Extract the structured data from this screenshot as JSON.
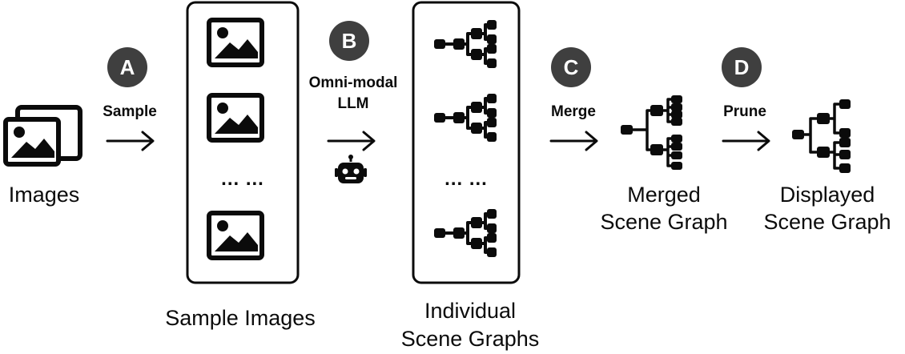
{
  "labels": {
    "images": "Images",
    "sample_images": "Sample Images",
    "individual_line1": "Individual",
    "individual_line2": "Scene Graphs",
    "merged_line1": "Merged",
    "merged_line2": "Scene Graph",
    "displayed_line1": "Displayed",
    "displayed_line2": "Scene Graph"
  },
  "steps": {
    "a": {
      "badge": "A",
      "label": "Sample"
    },
    "b": {
      "badge": "B",
      "label_line1": "Omni-modal",
      "label_line2": "LLM"
    },
    "c": {
      "badge": "C",
      "label": "Merge"
    },
    "d": {
      "badge": "D",
      "label": "Prune"
    }
  },
  "ellipsis": "... ...",
  "colors": {
    "ink": "#0b0b0b",
    "badge": "#3f3f3f",
    "background": "#ffffff"
  },
  "icons": [
    "image-stack-icon",
    "image-icon",
    "robot-icon",
    "tree-graph-icon",
    "merged-graph-icon",
    "pruned-graph-icon",
    "arrow-right-icon"
  ]
}
